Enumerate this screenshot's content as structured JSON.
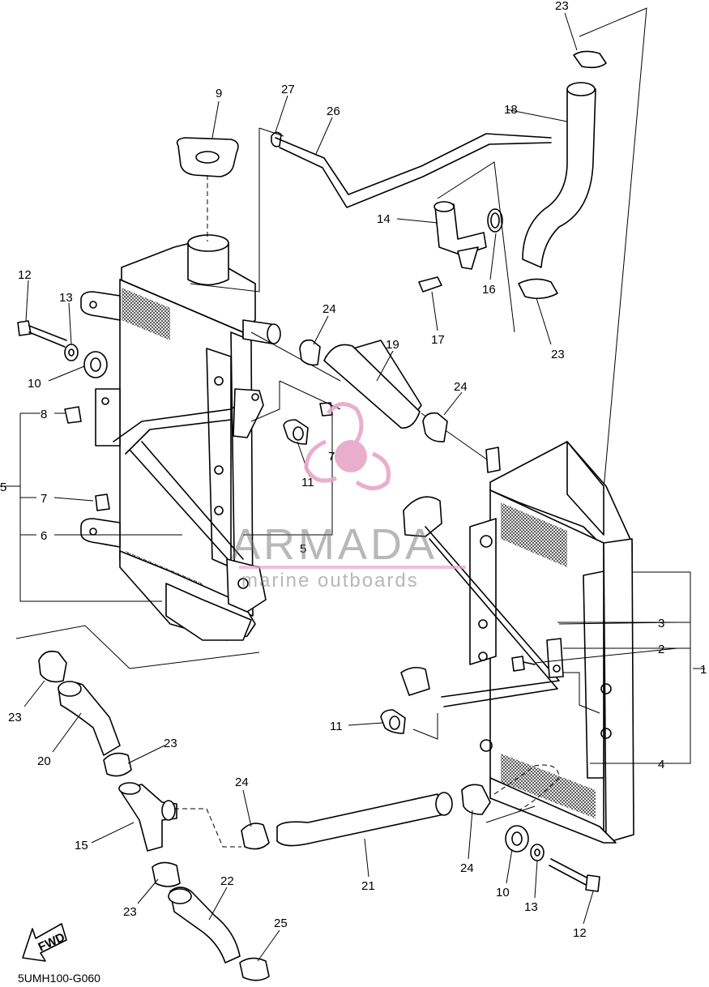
{
  "diagram": {
    "code": "5UMH100-G060",
    "fwd_label": "FWD",
    "callouts": [
      {
        "id": "c23a",
        "label": "23"
      },
      {
        "id": "c27",
        "label": "27"
      },
      {
        "id": "c26",
        "label": "26"
      },
      {
        "id": "c9",
        "label": "9"
      },
      {
        "id": "c18",
        "label": "18"
      },
      {
        "id": "c14",
        "label": "14"
      },
      {
        "id": "c16",
        "label": "16"
      },
      {
        "id": "c17",
        "label": "17"
      },
      {
        "id": "c23b",
        "label": "23"
      },
      {
        "id": "c12a",
        "label": "12"
      },
      {
        "id": "c13a",
        "label": "13"
      },
      {
        "id": "c10a",
        "label": "10"
      },
      {
        "id": "c24a",
        "label": "24"
      },
      {
        "id": "c19",
        "label": "19"
      },
      {
        "id": "c24b",
        "label": "24"
      },
      {
        "id": "c8",
        "label": "8"
      },
      {
        "id": "c5a",
        "label": "5"
      },
      {
        "id": "c7a",
        "label": "7"
      },
      {
        "id": "c6",
        "label": "6"
      },
      {
        "id": "c7b",
        "label": "7"
      },
      {
        "id": "c11a",
        "label": "11"
      },
      {
        "id": "c5b",
        "label": "5"
      },
      {
        "id": "c3",
        "label": "3"
      },
      {
        "id": "c2",
        "label": "2"
      },
      {
        "id": "c1",
        "label": "1"
      },
      {
        "id": "c4",
        "label": "4"
      },
      {
        "id": "c11b",
        "label": "11"
      },
      {
        "id": "c23c",
        "label": "23"
      },
      {
        "id": "c20",
        "label": "20"
      },
      {
        "id": "c23d",
        "label": "23"
      },
      {
        "id": "c24c",
        "label": "24"
      },
      {
        "id": "c15",
        "label": "15"
      },
      {
        "id": "c21",
        "label": "21"
      },
      {
        "id": "c24d",
        "label": "24"
      },
      {
        "id": "c10b",
        "label": "10"
      },
      {
        "id": "c13b",
        "label": "13"
      },
      {
        "id": "c12b",
        "label": "12"
      },
      {
        "id": "c23e",
        "label": "23"
      },
      {
        "id": "c22",
        "label": "22"
      },
      {
        "id": "c25",
        "label": "25"
      }
    ]
  },
  "watermark": {
    "brand": "ARMADA",
    "tagline": "marine outboards",
    "accent_color": "#e8a6c8",
    "logo": "propeller-logo"
  }
}
